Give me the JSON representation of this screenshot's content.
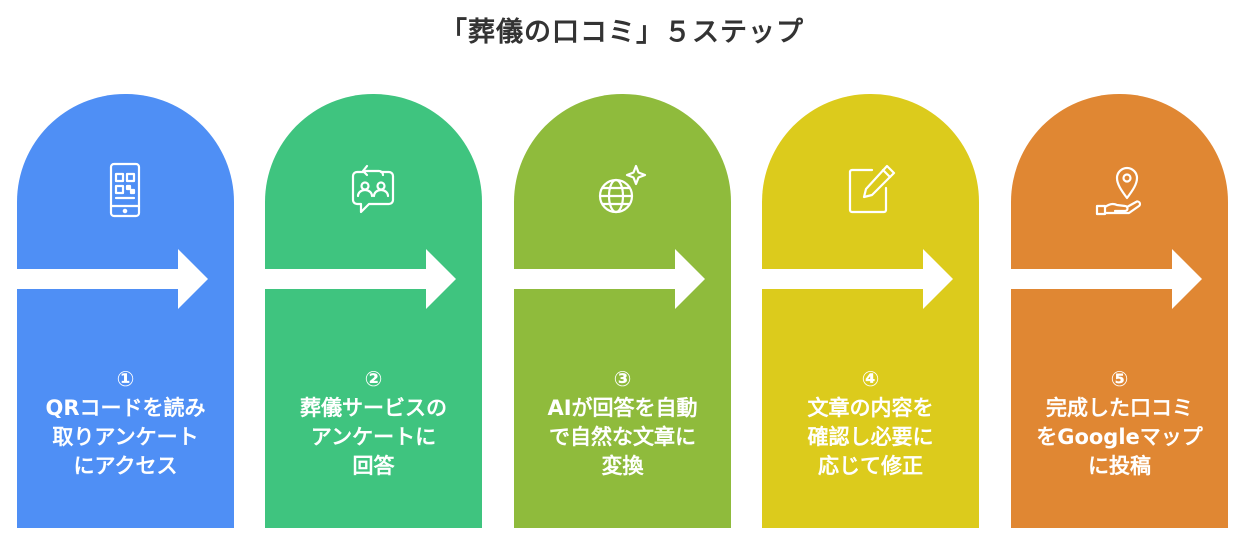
{
  "title": "「葬儀の口コミ」５ステップ",
  "colors": {
    "step1": "#4f8ff5",
    "step2": "#3fc47f",
    "step3": "#8fbb3c",
    "step4": "#dccb1c",
    "step5": "#e08733"
  },
  "steps": [
    {
      "num": "①",
      "lines": [
        "QRコードを読み",
        "取りアンケート",
        "にアクセス"
      ],
      "icon": "qr-phone-icon"
    },
    {
      "num": "②",
      "lines": [
        "葬儀サービスの",
        "アンケートに",
        "回答"
      ],
      "icon": "chat-people-icon"
    },
    {
      "num": "③",
      "lines": [
        "AIが回答を自動",
        "で自然な文章に",
        "変換"
      ],
      "icon": "globe-sparkle-icon"
    },
    {
      "num": "④",
      "lines": [
        "文章の内容を",
        "確認し必要に",
        "応じて修正"
      ],
      "icon": "edit-pencil-icon"
    },
    {
      "num": "⑤",
      "lines": [
        "完成した口コミ",
        "をGoogleマップ",
        "に投稿"
      ],
      "icon": "map-pin-hand-icon"
    }
  ]
}
